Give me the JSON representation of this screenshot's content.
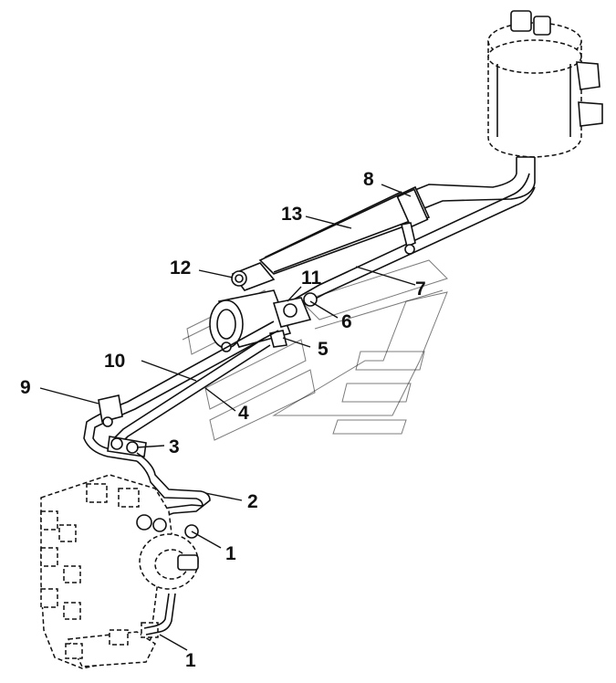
{
  "callouts": [
    {
      "id": "c1a",
      "label": "1"
    },
    {
      "id": "c1b",
      "label": "1"
    },
    {
      "id": "c2",
      "label": "2"
    },
    {
      "id": "c3",
      "label": "3"
    },
    {
      "id": "c4",
      "label": "4"
    },
    {
      "id": "c5",
      "label": "5"
    },
    {
      "id": "c6",
      "label": "6"
    },
    {
      "id": "c7",
      "label": "7"
    },
    {
      "id": "c8",
      "label": "8"
    },
    {
      "id": "c9",
      "label": "9"
    },
    {
      "id": "c10",
      "label": "10"
    },
    {
      "id": "c11",
      "label": "11"
    },
    {
      "id": "c12",
      "label": "12"
    },
    {
      "id": "c13",
      "label": "13"
    }
  ]
}
